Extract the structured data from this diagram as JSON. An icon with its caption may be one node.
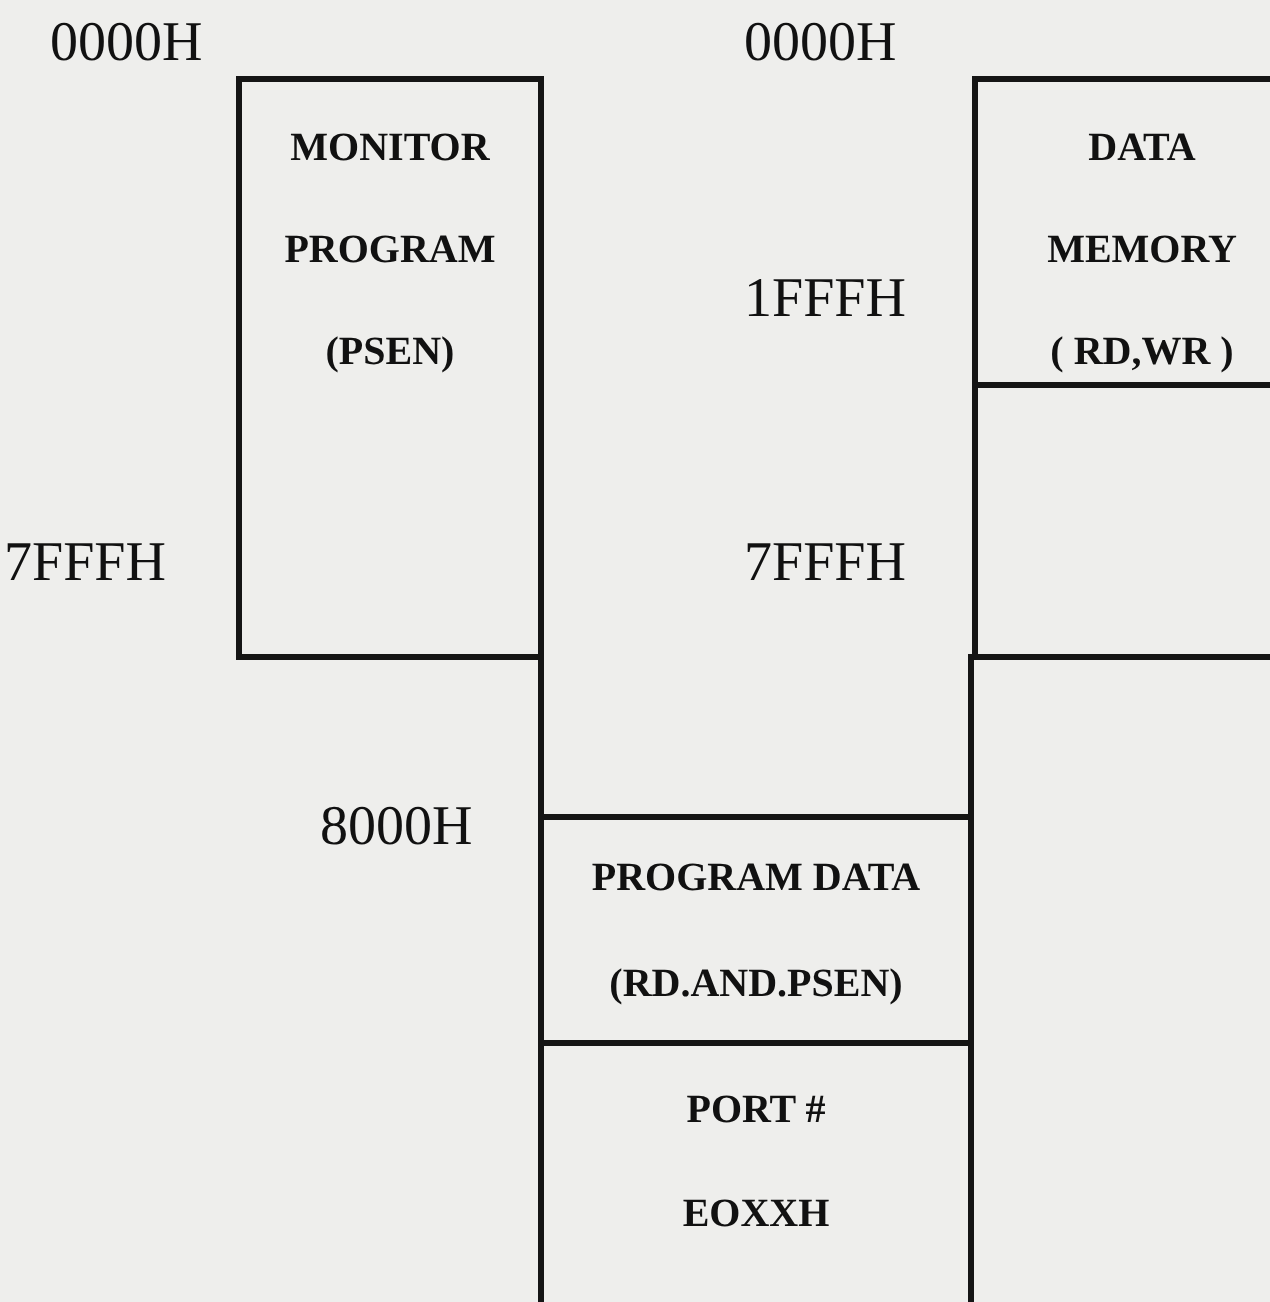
{
  "diagram": {
    "nodes": [
      {
        "text": [
          "MONITOR PROGRAM (PSEN)"
        ]
      },
      {
        "text": [
          "DATA MEMORY ( RD,WR )"
        ]
      },
      {
        "text": [],
        "shape": "box"
      },
      {
        "text": [],
        "shape": "box"
      },
      {
        "text": [
          "PROGRAM DATA (RD.AND.PSEN)"
        ]
      },
      {
        "text": [
          "PORT # EOXXH"
        ]
      }
    ],
    "labels": [
      "0000H",
      "0000H",
      "1FFFH",
      "7FFFH",
      "7FFFH",
      "8000H"
    ]
  }
}
